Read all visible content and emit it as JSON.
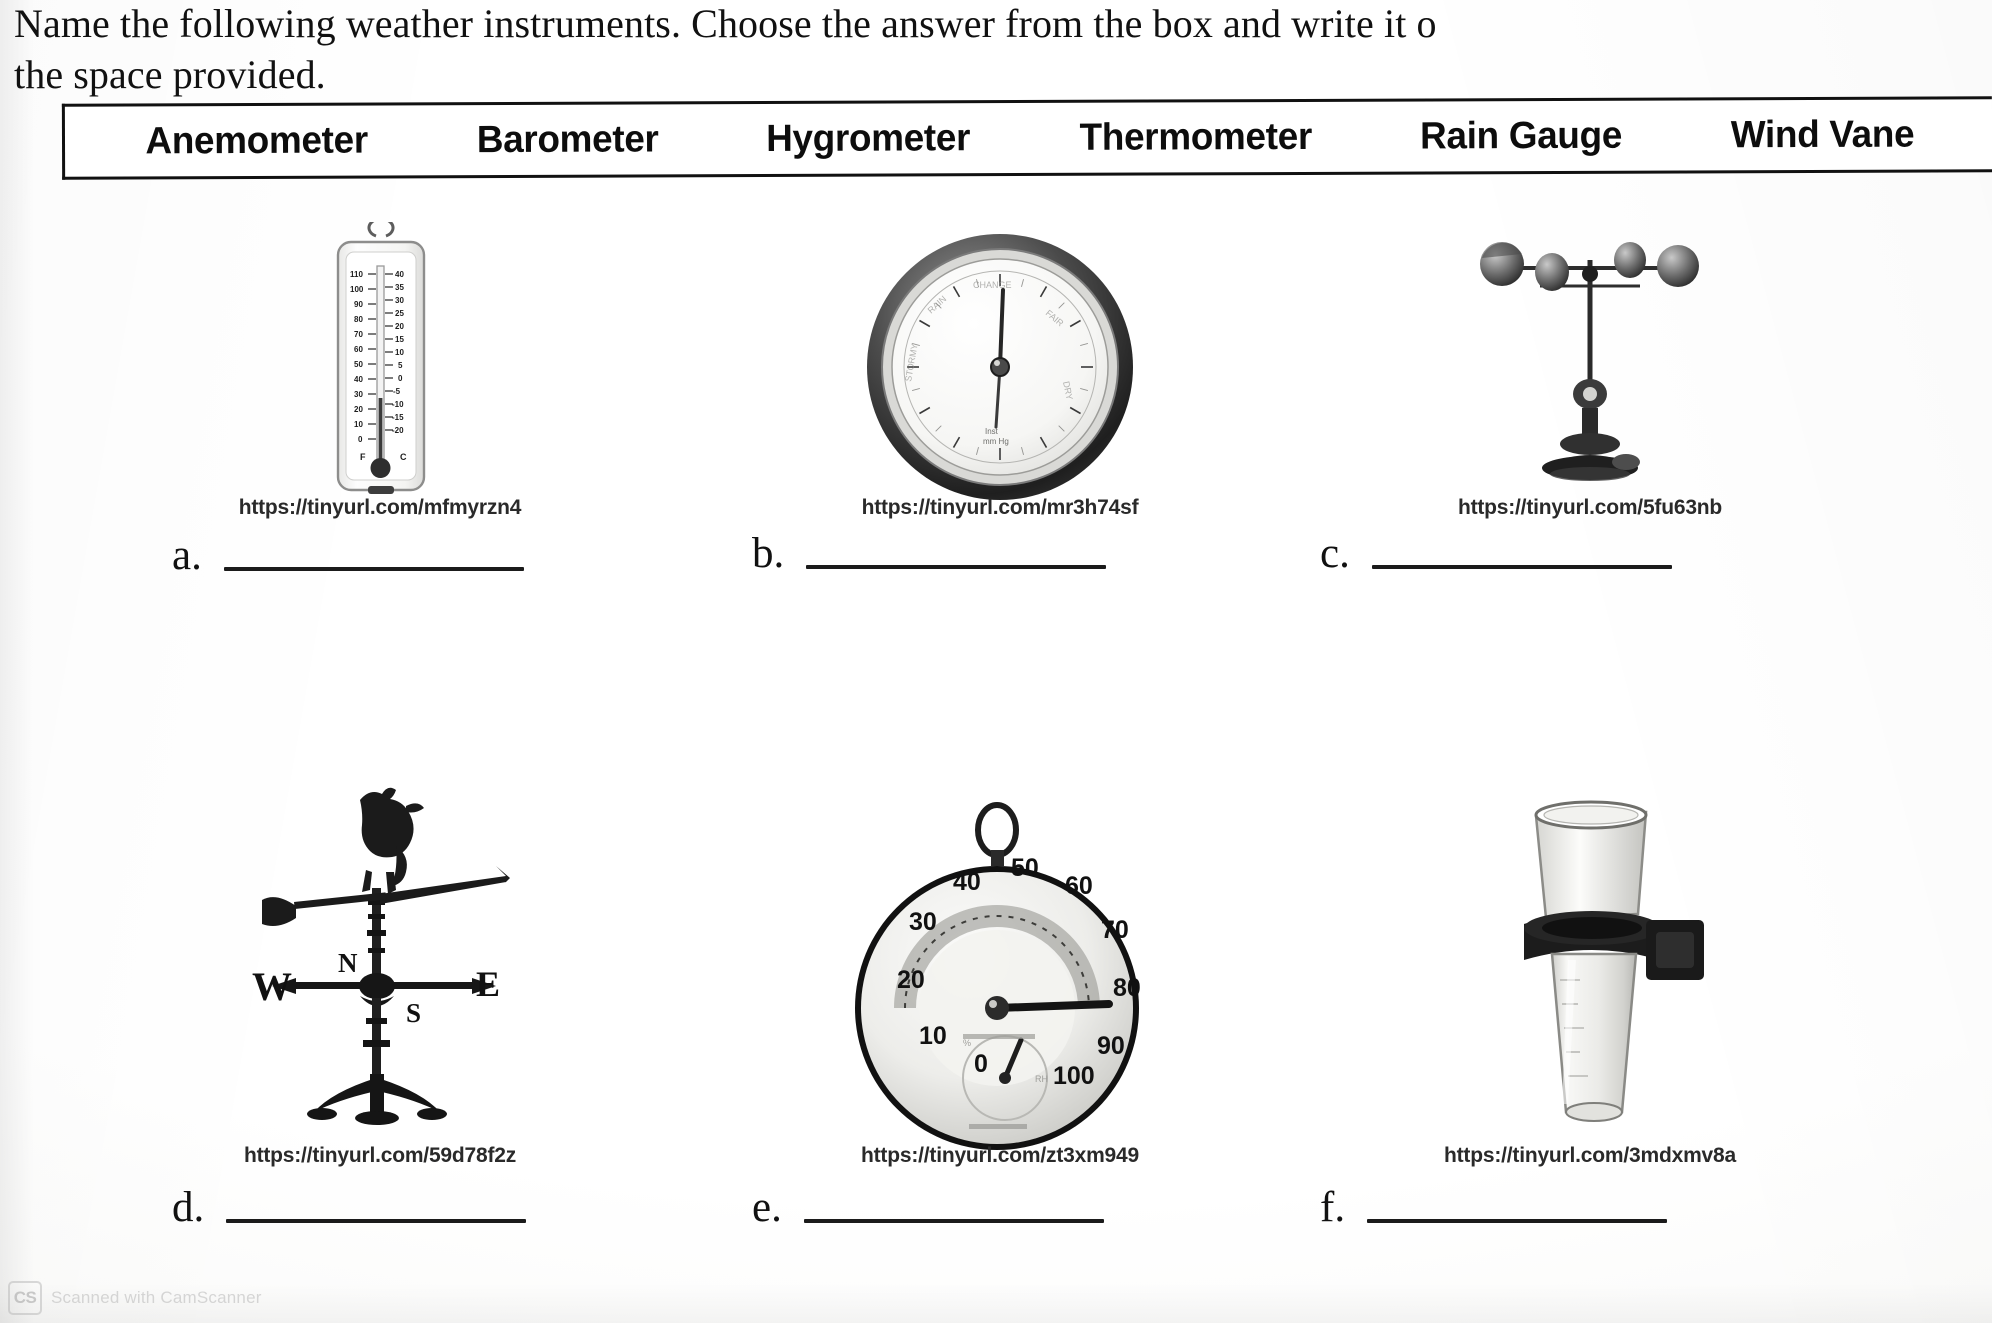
{
  "instruction": {
    "text": "Name the following weather instruments. Choose the answer from the box and write it o\nthe space provided."
  },
  "word_box": {
    "options": [
      "Anemometer",
      "Barometer",
      "Hygrometer",
      "Thermometer",
      "Rain Gauge",
      "Wind Vane"
    ]
  },
  "items": [
    {
      "id": "a",
      "label": "a.",
      "figure": "thermometer",
      "caption": "https://tinyurl.com/mfmyrzn4",
      "answer_value": ""
    },
    {
      "id": "b",
      "label": "b.",
      "figure": "barometer",
      "caption": "https://tinyurl.com/mr3h74sf",
      "answer_value": ""
    },
    {
      "id": "c",
      "label": "c.",
      "figure": "anemometer",
      "caption": "https://tinyurl.com/5fu63nb",
      "answer_value": ""
    },
    {
      "id": "d",
      "label": "d.",
      "figure": "wind-vane",
      "caption": "https://tinyurl.com/59d78f2z",
      "answer_value": ""
    },
    {
      "id": "e",
      "label": "e.",
      "figure": "hygrometer",
      "caption": "https://tinyurl.com/zt3xm949",
      "answer_value": ""
    },
    {
      "id": "f",
      "label": "f.",
      "figure": "rain-gauge",
      "caption": "https://tinyurl.com/3mdxmv8a",
      "answer_value": ""
    }
  ],
  "figure_details": {
    "thermometer": {
      "scale_left": [
        "110",
        "100",
        "90",
        "80",
        "70",
        "60",
        "50",
        "40",
        "30",
        "20",
        "10",
        "0"
      ],
      "scale_right": [
        "40",
        "35",
        "30",
        "25",
        "20",
        "15",
        "10",
        "5",
        "0",
        "-5",
        "-10",
        "-15",
        "-20"
      ]
    },
    "wind_vane": {
      "compass_letters": [
        "W",
        "N",
        "S",
        "E"
      ],
      "ornament": "rooster"
    },
    "hygrometer": {
      "dial_numbers": [
        "0",
        "10",
        "20",
        "30",
        "40",
        "50",
        "60",
        "70",
        "80",
        "90",
        "100"
      ],
      "needle_value": "80"
    }
  },
  "watermark": {
    "logo_text": "CS",
    "text": "Scanned with CamScanner"
  },
  "colors": {
    "ink": "#111111",
    "paper": "#ffffff",
    "watermark": "#b5b5b5"
  }
}
